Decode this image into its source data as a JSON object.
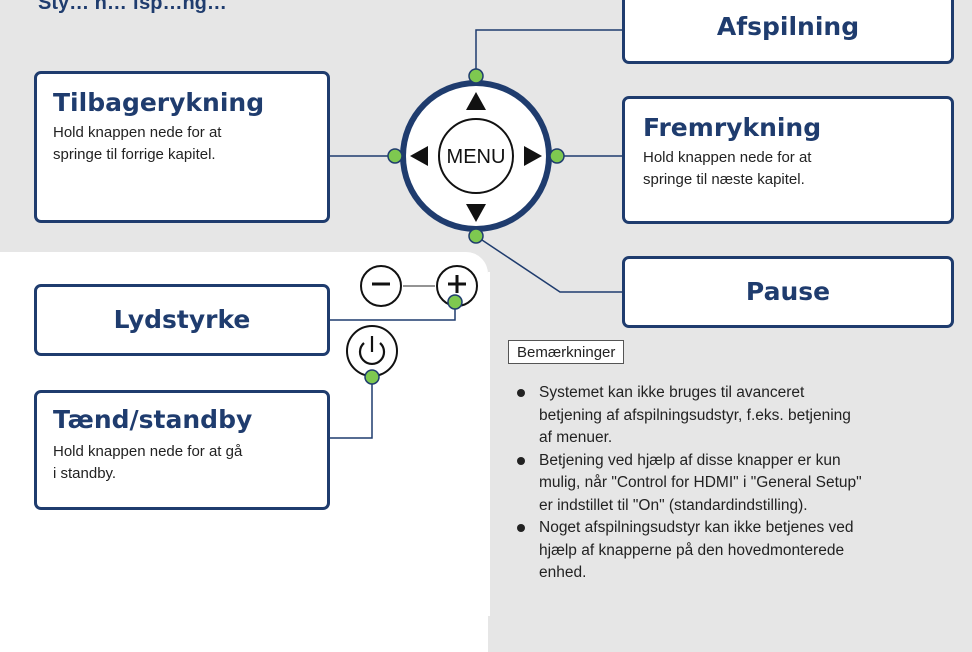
{
  "page": {
    "title": "Sty… h… fsp…ng…"
  },
  "boxes": {
    "afspilning": {
      "title": "Afspilning"
    },
    "tilbagerykning": {
      "title": "Tilbagerykning",
      "desc_1": "Hold knappen nede for at",
      "desc_2": "springe til forrige kapitel."
    },
    "fremrykning": {
      "title": "Fremrykning",
      "desc_1": "Hold knappen nede for at",
      "desc_2": "springe til næste kapitel."
    },
    "pause": {
      "title": "Pause"
    },
    "lydstyrke": {
      "title": "Lydstyrke"
    },
    "taend": {
      "title": "Tænd/standby",
      "desc_1": "Hold knappen nede for at gå",
      "desc_2": "i standby."
    }
  },
  "dpad": {
    "center_label": "MENU",
    "up_icon": "triangle-up-icon",
    "down_icon": "triangle-down-icon",
    "left_icon": "triangle-left-icon",
    "right_icon": "triangle-right-icon"
  },
  "volume": {
    "minus_label": "−",
    "plus_label": "+",
    "separator": "—"
  },
  "power": {
    "icon": "power-icon"
  },
  "notes": {
    "tag": "Bemærkninger",
    "items": [
      {
        "line_1": "Systemet kan ikke bruges til avanceret",
        "line_2": "betjening af afspilningsudstyr, f.eks. betjening",
        "line_3": "af menuer."
      },
      {
        "line_1": "Betjening ved hjælp af disse knapper er kun",
        "line_2": "mulig, når \"Control for HDMI\" i \"General Setup\"",
        "line_3": "er indstillet til \"On\" (standardindstilling)."
      },
      {
        "line_1": "Noget afspilningsudstyr kan ikke betjenes ved",
        "line_2": "hjælp af knapperne på den hovedmonterede",
        "line_3": "enhed."
      }
    ]
  },
  "colors": {
    "navy": "#1f3c6e",
    "connector_green": "#7ec850",
    "background_gray": "#e6e6e6"
  }
}
